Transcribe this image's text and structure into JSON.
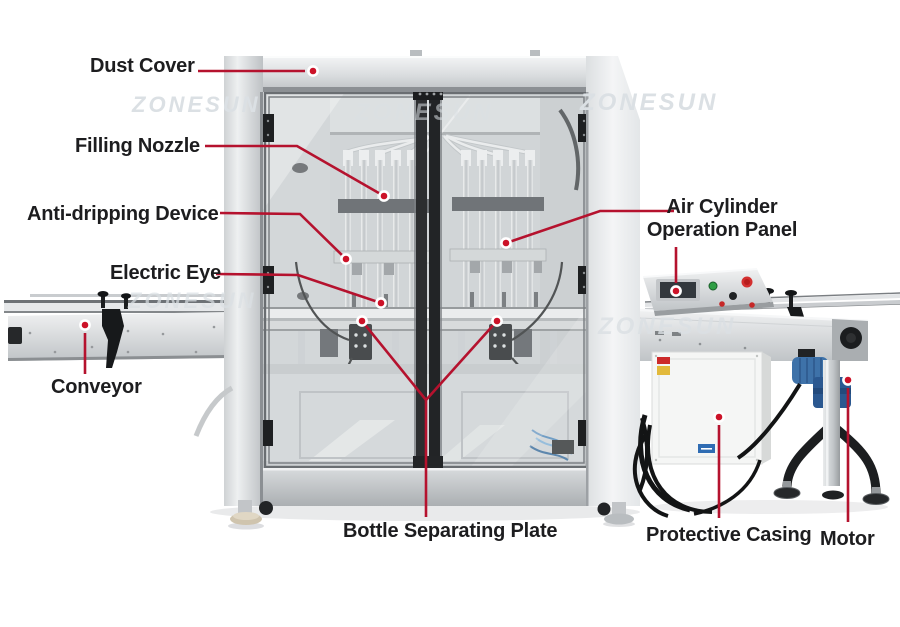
{
  "figure": {
    "type": "annotated-product-photo",
    "subject": "automatic bottle filling machine with labeled parts"
  },
  "watermark": {
    "text": "ZONESUN",
    "color": "#dbe0e4"
  },
  "annotation": {
    "line_color": "#b5122e",
    "dot_fill": "#cc1228",
    "dot_ring": "#ffffff",
    "text_color": "#1d1d1f"
  },
  "labels": {
    "dust_cover": "Dust Cover",
    "filling_nozzle": "Filling Nozzle",
    "anti_dripping_device": "Anti-dripping Device",
    "electric_eye": "Electric Eye",
    "conveyor": "Conveyor",
    "bottle_separating_plate": "Bottle Separating Plate",
    "protective_casing": "Protective Casing",
    "motor": "Motor",
    "air_cylinder_operation_panel": {
      "line1": "Air Cylinder",
      "line2": "Operation Panel"
    }
  }
}
